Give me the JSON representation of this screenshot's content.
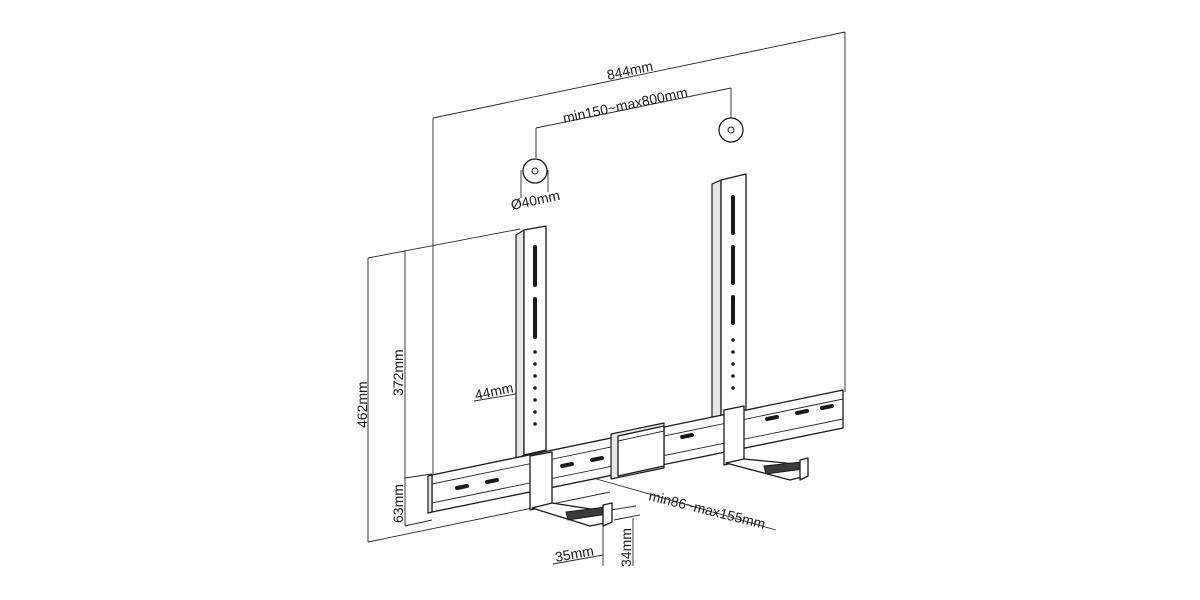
{
  "dimensions": {
    "overall_width": "844mm",
    "vesa_spacing": "min150~max800mm",
    "washer_diameter": "Ø40mm",
    "total_height": "462mm",
    "arm_height": "372mm",
    "arm_width": "44mm",
    "bar_height": "63mm",
    "shelf_depth": "min86~max155mm",
    "lip_width": "35mm",
    "lip_height": "34mm"
  }
}
